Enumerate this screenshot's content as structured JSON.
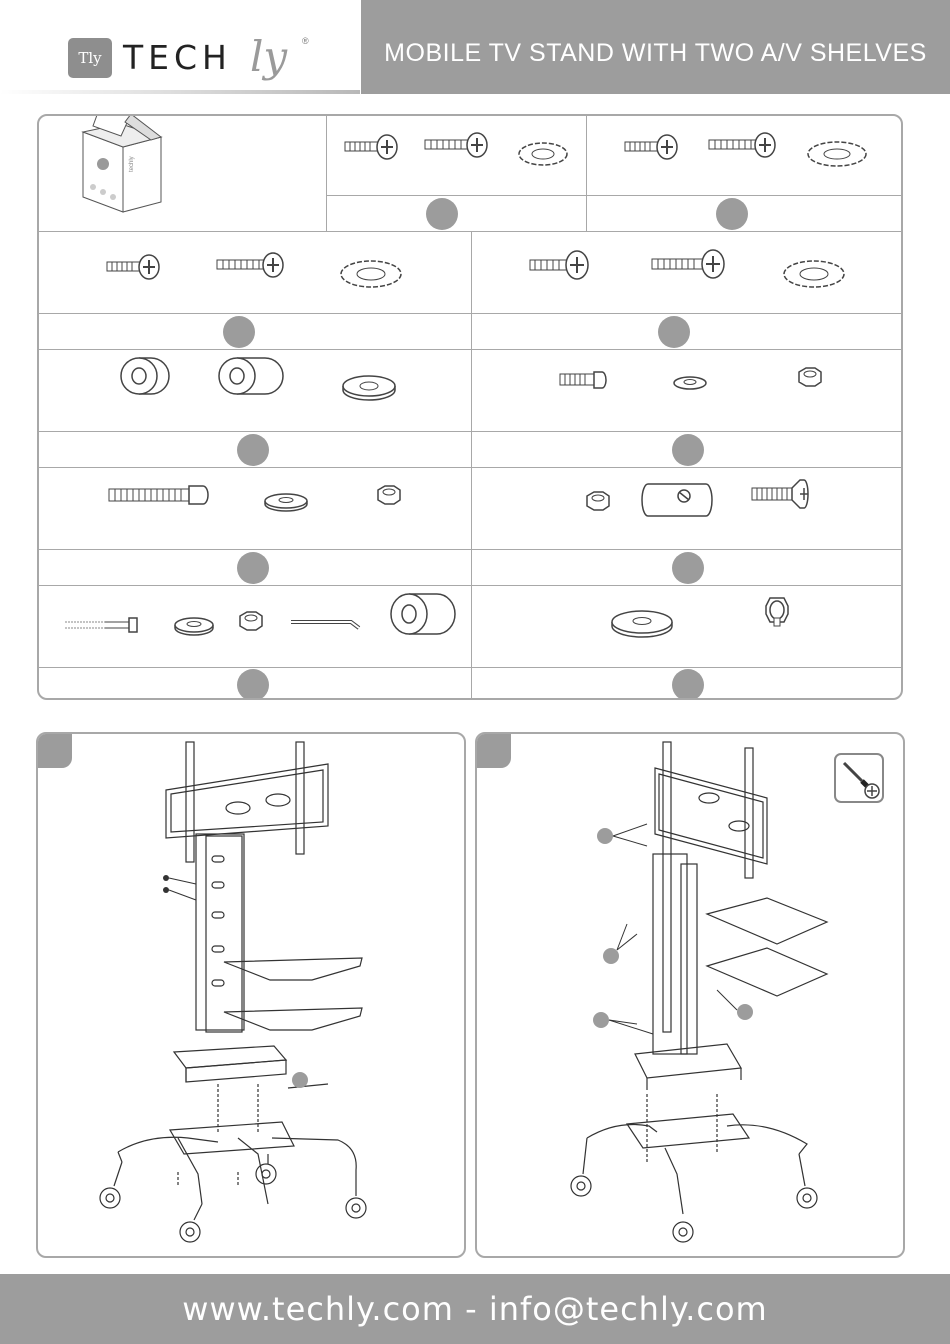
{
  "header": {
    "brand": "TECH",
    "brand_script": "ly",
    "brand_mark": "Tly",
    "registered": "®",
    "title": "MOBILE TV STAND WITH TWO A/V SHELVES"
  },
  "parts": {
    "box_label": "techly",
    "groups": [
      {
        "items": [
          "screw-short",
          "screw-long",
          "lock-washer"
        ]
      },
      {
        "items": [
          "screw-short",
          "screw-long",
          "lock-washer"
        ]
      },
      {
        "items": [
          "screw-short",
          "screw-long",
          "lock-washer"
        ]
      },
      {
        "items": [
          "screw-short",
          "screw-long",
          "lock-washer"
        ]
      },
      {
        "items": [
          "spacer-short",
          "spacer-long",
          "flat-washer"
        ]
      },
      {
        "items": [
          "bolt-short",
          "flat-washer",
          "hex-nut"
        ]
      },
      {
        "items": [
          "bolt-long",
          "flat-washer",
          "hex-nut"
        ]
      },
      {
        "items": [
          "hex-nut",
          "barrel-nut",
          "countersunk-screw"
        ]
      },
      {
        "items": [
          "hex-bolt",
          "flat-washer",
          "hex-nut",
          "allen-key",
          "spacer-large"
        ]
      },
      {
        "items": [
          "large-washer",
          "knob"
        ]
      }
    ]
  },
  "steps": {
    "tool": "screwdriver-icon"
  },
  "footer": {
    "contact": "www.techly.com - info@techly.com"
  },
  "colors": {
    "header_bg": "#9d9d9d",
    "badge": "#9c9c9c",
    "border": "#a8a8a8"
  }
}
